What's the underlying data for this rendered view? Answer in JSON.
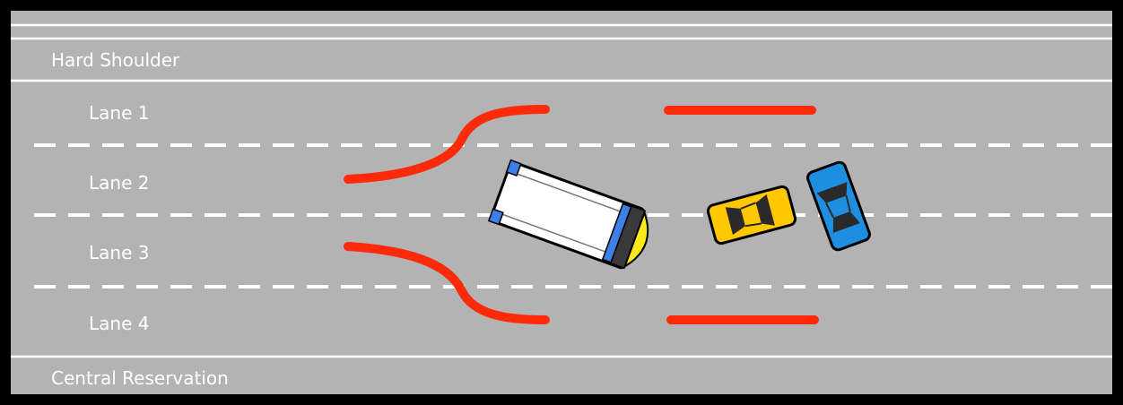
{
  "road": {
    "shoulder_label": "Hard Shoulder",
    "reservation_label": "Central Reservation",
    "lanes": [
      {
        "label": "Lane 1"
      },
      {
        "label": "Lane 2"
      },
      {
        "label": "Lane 3"
      },
      {
        "label": "Lane 4"
      }
    ]
  },
  "colors": {
    "frame": "#000000",
    "road": "#b3b3b3",
    "marking": "#ffffff",
    "arrow": "#ff2a0a",
    "van_body": "#ffffff",
    "van_accent": "#3f7fe8",
    "van_light": "#ffe81a",
    "car_yellow": "#ffc800",
    "car_blue": "#1e8fe0"
  },
  "icons": [
    "van-icon",
    "yellow-car-icon",
    "blue-car-icon",
    "arrow-icon"
  ]
}
